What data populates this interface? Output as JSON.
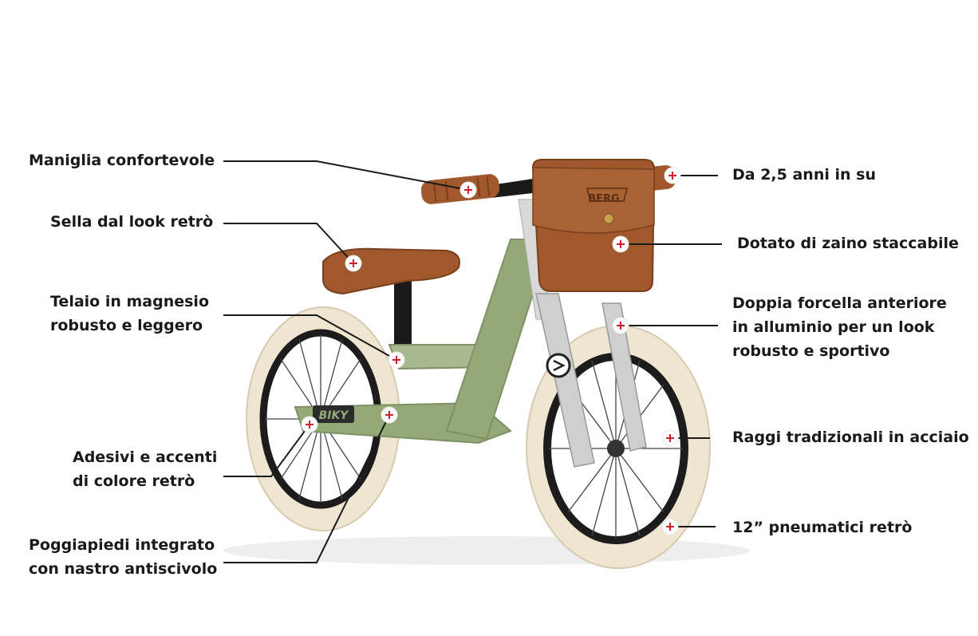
{
  "product": {
    "brand_logo_text": "BERG",
    "frame_decal_text": "BIKY"
  },
  "features": [
    {
      "id": "handlebar-grip",
      "lines": [
        "Maniglia confortevole"
      ]
    },
    {
      "id": "saddle",
      "lines": [
        "Sella dal look retrò"
      ]
    },
    {
      "id": "frame",
      "lines": [
        "Telaio in magnesio",
        "robusto e leggero"
      ]
    },
    {
      "id": "stickers",
      "lines": [
        "Adesivi e accenti",
        "di colore retrò"
      ]
    },
    {
      "id": "footrest",
      "lines": [
        "Poggiapiedi integrato",
        "con nastro antiscivolo"
      ]
    },
    {
      "id": "age",
      "lines": [
        "Da 2,5 anni in su"
      ]
    },
    {
      "id": "backpack",
      "lines": [
        "Dotato di zaino staccabile"
      ]
    },
    {
      "id": "fork",
      "lines": [
        "Doppia forcella anteriore",
        "in alluminio per un look",
        "robusto e sportivo"
      ]
    },
    {
      "id": "spokes",
      "lines": [
        "Raggi tradizionali in acciaio"
      ]
    },
    {
      "id": "tires",
      "lines": [
        "12” pneumatici retrò"
      ]
    }
  ],
  "colors": {
    "frame_green": "#94a878",
    "leather_brown": "#a0582c",
    "tire_cream": "#efe6d2",
    "marker_red": "#d0202a",
    "text": "#1a1a1a"
  }
}
